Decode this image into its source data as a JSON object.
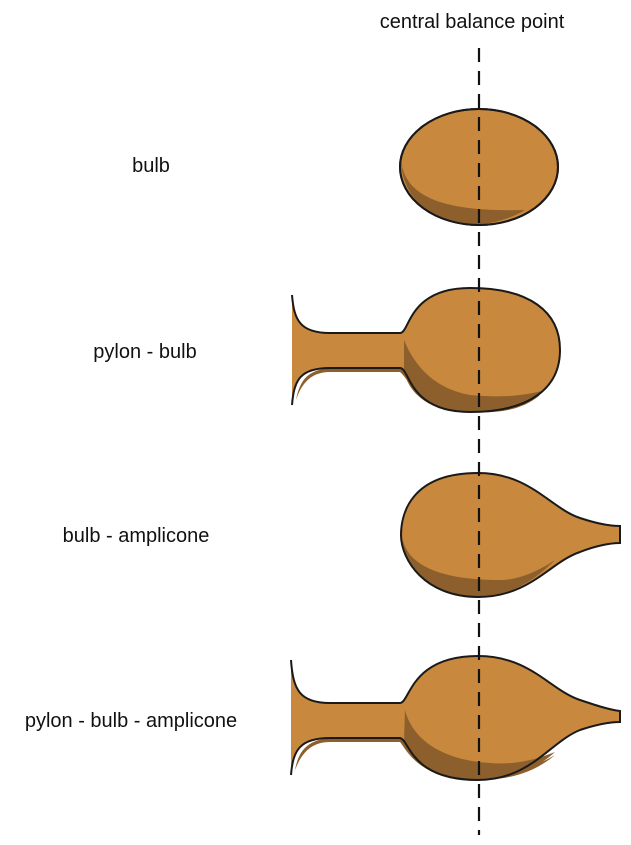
{
  "title": "central balance point",
  "colors": {
    "fill": "#C8883D",
    "shadow": "#8C5F2C",
    "outline": "#1a1a1a",
    "axis": "#111111"
  },
  "shapes": [
    {
      "label": "bulb"
    },
    {
      "label": "pylon - bulb"
    },
    {
      "label": "bulb - amplicone"
    },
    {
      "label": "pylon - bulb - amplicone"
    }
  ]
}
